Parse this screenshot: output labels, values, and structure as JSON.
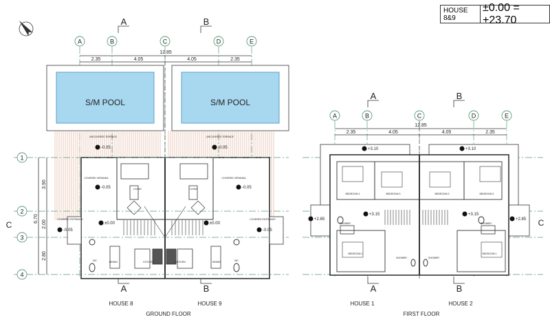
{
  "title_block": {
    "project": "HOUSE 8&9",
    "level_reference": "±0.00 = +23.70"
  },
  "ground_floor": {
    "title": "GROUND FLOOR",
    "houses": [
      "HOUSE 8",
      "HOUSE 9"
    ],
    "grid_columns": [
      "A",
      "B",
      "C",
      "D",
      "E"
    ],
    "grid_rows": [
      "1",
      "2",
      "3",
      "4"
    ],
    "section_marks": [
      "A",
      "B"
    ],
    "section_cut": "C",
    "overall_width": "12.85",
    "column_dims": [
      "2.35",
      "4.05",
      "4.05",
      "2.35"
    ],
    "row_dims": [
      "3.90",
      "2.00",
      "2.80"
    ],
    "overall_depth": "6.70",
    "pool_label": "S/M POOL",
    "rooms": [
      "UNCOVERED TERRACE",
      "UNCOVERED TERRACE",
      "COVERED VERANDA",
      "COVERED VERANDA",
      "LIVING",
      "LIVING",
      "COVERED ENTRANCE",
      "COVERED ENTRANCE",
      "KITCHEN",
      "KITCHEN",
      "DINING",
      "DINING",
      "WC",
      "WC"
    ],
    "levels": [
      "-0.05",
      "-0.05",
      "-0.05",
      "-0.05",
      "±0.00",
      "±0.00",
      "-0.05",
      "-0.05"
    ]
  },
  "first_floor": {
    "title": "FIRST FLOOR",
    "houses": [
      "HOUSE 1",
      "HOUSE 2"
    ],
    "grid_columns": [
      "A",
      "B",
      "C",
      "D",
      "E"
    ],
    "section_marks": [
      "A",
      "B"
    ],
    "section_cut": "C",
    "overall_width": "12.85",
    "column_dims": [
      "2.35",
      "4.05",
      "4.05",
      "2.35"
    ],
    "rooms": [
      "BEDROOM 2",
      "BEDROOM 3",
      "BEDROOM 3",
      "BEDROOM 2",
      "SHOWER",
      "SHOWER",
      "BEDROOM 1",
      "BEDROOM 1",
      "SHOWER",
      "SHOWER"
    ],
    "levels": [
      "+3.10",
      "+3.10",
      "+3.15",
      "+3.15",
      "+2.85",
      "+2.85"
    ]
  },
  "colors": {
    "line": "#333333",
    "grid": "#5a9a78",
    "pool": "#a8d8f0",
    "deck": "#d9a58c"
  }
}
